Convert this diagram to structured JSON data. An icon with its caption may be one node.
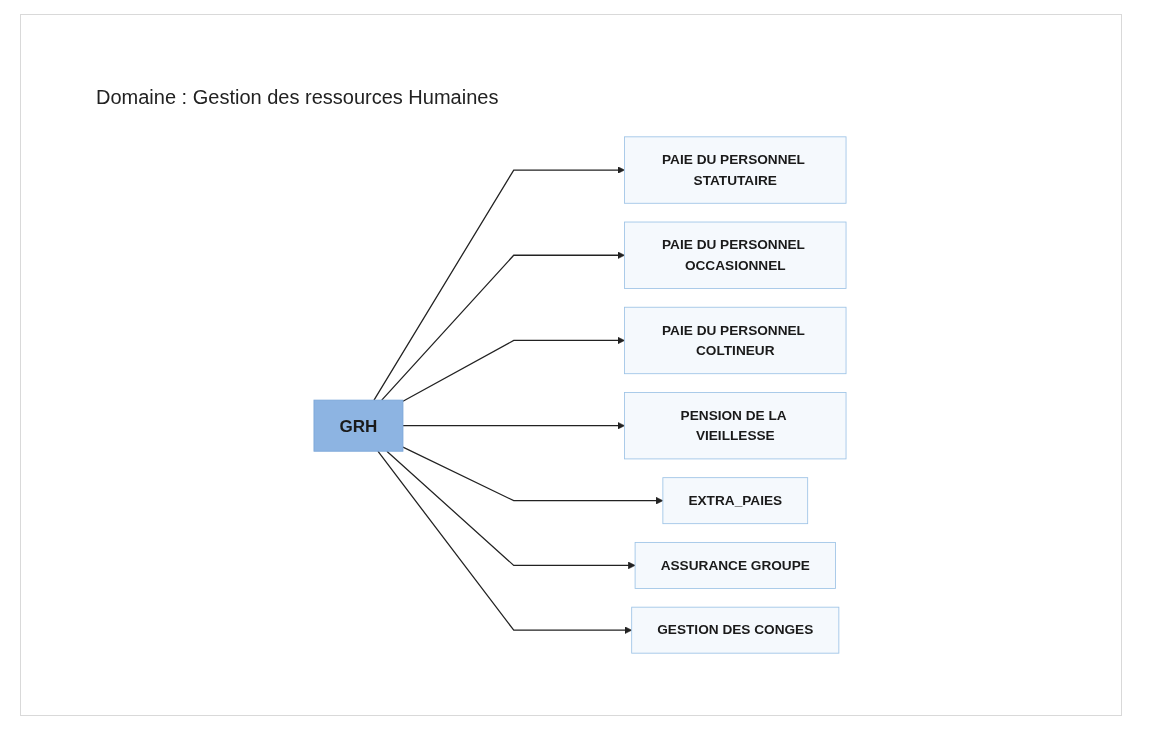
{
  "diagram": {
    "title": "Domaine : Gestion des ressources Humaines",
    "nodes": [
      {
        "text": [
          "GRH"
        ]
      },
      {
        "text": [
          "PAIE DU PERSONNEL STATUTAIRE"
        ]
      },
      {
        "text": [
          "PAIE DU PERSONNEL OCCASIONNEL"
        ]
      },
      {
        "text": [
          "PAIE DU PERSONNEL COLTINEUR"
        ]
      },
      {
        "text": [
          "PENSION DE LA VIEILLESSE"
        ]
      },
      {
        "text": [
          "EXTRA_PAIES"
        ]
      },
      {
        "text": [
          "ASSURANCE GROUPE"
        ]
      },
      {
        "text": [
          "GESTION DES CONGES"
        ]
      }
    ],
    "edges": [
      {
        "from": 0,
        "to": 1,
        "arrow": "to"
      },
      {
        "from": 0,
        "to": 2,
        "arrow": "to"
      },
      {
        "from": 0,
        "to": 3,
        "arrow": "to"
      },
      {
        "from": 0,
        "to": 4,
        "arrow": "to"
      },
      {
        "from": 0,
        "to": 5,
        "arrow": "to"
      },
      {
        "from": 0,
        "to": 6,
        "arrow": "to"
      },
      {
        "from": 0,
        "to": 7,
        "arrow": "to"
      }
    ]
  }
}
